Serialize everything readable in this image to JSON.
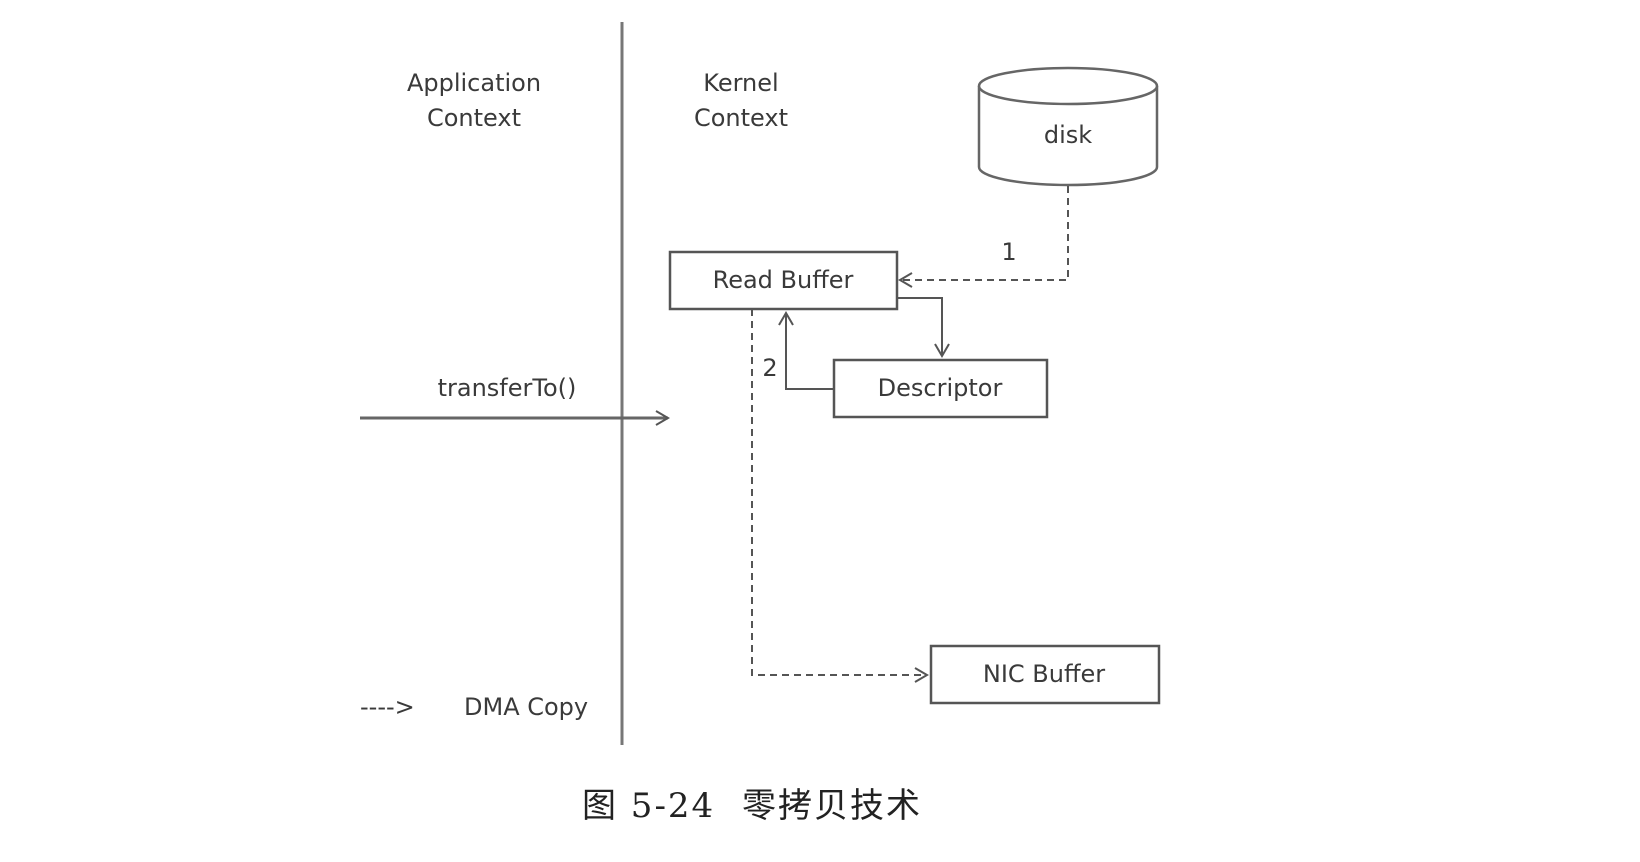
{
  "contexts": {
    "application": [
      "Application",
      "Context"
    ],
    "kernel": [
      "Kernel",
      "Context"
    ]
  },
  "nodes": {
    "disk": "disk",
    "read_buffer": "Read Buffer",
    "descriptor": "Descriptor",
    "nic_buffer": "NIC Buffer"
  },
  "edges": {
    "step1": "1",
    "step2": "2",
    "call": "transferTo()"
  },
  "legend": {
    "symbol": "---->",
    "label": "DMA Copy"
  },
  "caption": {
    "number": "图 5-24",
    "title": "零拷贝技术"
  }
}
